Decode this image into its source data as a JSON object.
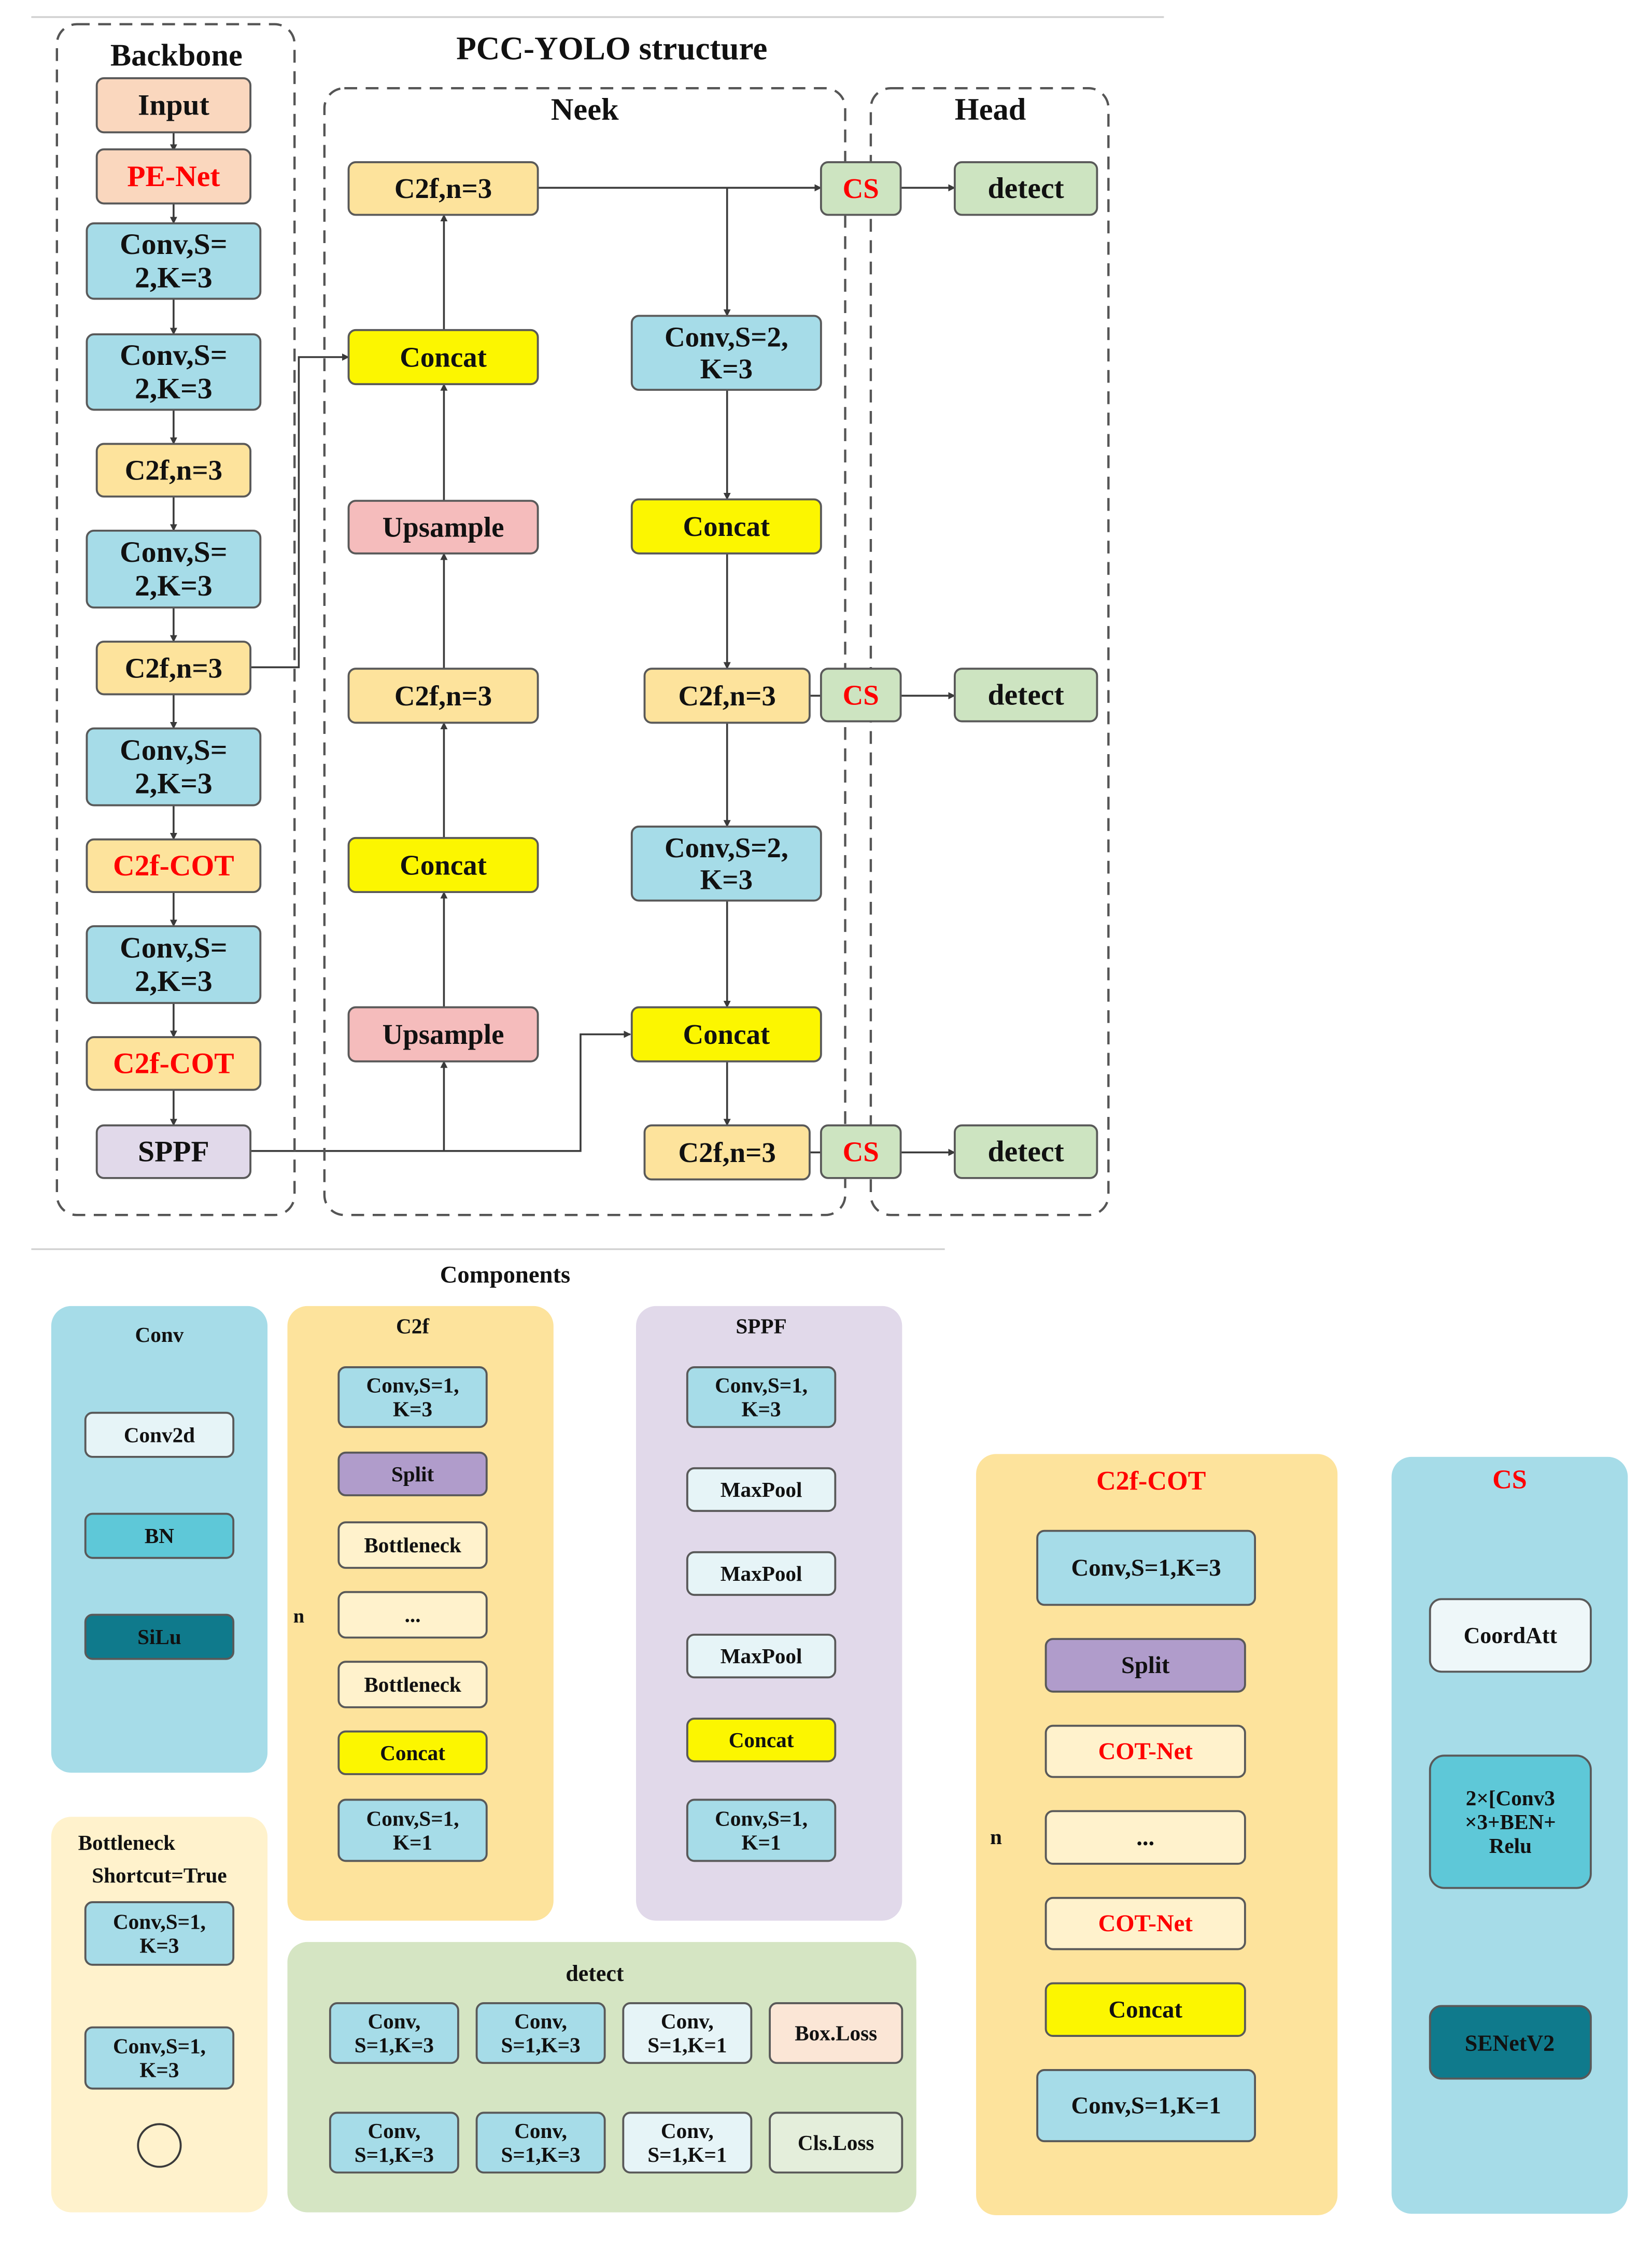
{
  "title": "PCC-YOLO structure",
  "sections": {
    "backbone": "Backbone",
    "neck": "Neek",
    "head": "Head",
    "components": "Components"
  },
  "colors": {
    "input": "#fad7be",
    "pe_net": "#fad7be",
    "conv": "#a6dce8",
    "c2f": "#fde39c",
    "c2f_cot": "#fde39c",
    "sppf": "#e1d9ea",
    "concat": "#fcf600",
    "upsample": "#f5bcbc",
    "cs": "#cde4c1",
    "detect": "#cde4c1",
    "red_text": "#ff0000",
    "panel_conv": "#a6dce8",
    "panel_c2f": "#fde39c",
    "panel_sppf": "#e1d9ea",
    "panel_detect": "#d5e5c3",
    "panel_bottleneck": "#fff2cc",
    "panel_cs": "#a6dce8",
    "bn": "#5ec8d8",
    "silu": "#0f7a8c",
    "split": "#b09ccb",
    "senet": "#0f7a8c",
    "light_box": "#e6f4f7",
    "pale_yellow": "#fff2cc",
    "pale_green": "#e4eedb",
    "loss_pink": "#fbe6d6"
  },
  "backbone": {
    "input": "Input",
    "pe_net": "PE-Net",
    "conv1": [
      "Conv,S=",
      "2,K=3"
    ],
    "conv2": [
      "Conv,S=",
      "2,K=3"
    ],
    "c2f1": "C2f,n=3",
    "conv3": [
      "Conv,S=",
      "2,K=3"
    ],
    "c2f2": "C2f,n=3",
    "conv4": [
      "Conv,S=",
      "2,K=3"
    ],
    "c2fcot1": "C2f-COT",
    "conv5": [
      "Conv,S=",
      "2,K=3"
    ],
    "c2fcot2": "C2f-COT",
    "sppf": "SPPF"
  },
  "neck": {
    "c2f_top": "C2f,n=3",
    "concat1": "Concat",
    "upsample1": "Upsample",
    "c2f_mid": "C2f,n=3",
    "concat2": "Concat",
    "upsample2": "Upsample",
    "conv_a": [
      "Conv,S=2,",
      "K=3"
    ],
    "concat3": "Concat",
    "c2f_r1": "C2f,n=3",
    "conv_b": [
      "Conv,S=2,",
      "K=3"
    ],
    "concat4": "Concat",
    "c2f_r2": "C2f,n=3"
  },
  "head": {
    "cs": "CS",
    "detect": "detect"
  },
  "components": {
    "conv": {
      "title": "Conv",
      "items": [
        "Conv2d",
        "BN",
        "SiLu"
      ]
    },
    "c2f": {
      "title": "C2f",
      "conv_top": [
        "Conv,S=1,",
        "K=3"
      ],
      "split": "Split",
      "bottleneck": "Bottleneck",
      "dots": "...",
      "concat": "Concat",
      "conv_bottom": [
        "Conv,S=1,",
        "K=1"
      ],
      "n": "n"
    },
    "sppf": {
      "title": "SPPF",
      "conv_top": [
        "Conv,S=1,",
        "K=3"
      ],
      "maxpool": "MaxPool",
      "concat": "Concat",
      "conv_bottom": [
        "Conv,S=1,",
        "K=1"
      ]
    },
    "c2f_cot": {
      "title": "C2f-COT",
      "conv_top": "Conv,S=1,K=3",
      "split": "Split",
      "cot": "COT-Net",
      "dots": "...",
      "concat": "Concat",
      "conv_bottom": "Conv,S=1,K=1",
      "n": "n"
    },
    "cs": {
      "title": "CS",
      "coordatt": "CoordAtt",
      "middle": [
        "2×[Conv3",
        "×3+BEN+",
        "Relu"
      ],
      "senet": "SENetV2"
    },
    "bottleneck": {
      "title": "Bottleneck",
      "shortcut": "Shortcut=True",
      "conv1": [
        "Conv,S=1,",
        "K=3"
      ],
      "conv2": [
        "Conv,S=1,",
        "K=3"
      ]
    },
    "detect": {
      "title": "detect",
      "conv_a": [
        "Conv,",
        "S=1,K=3"
      ],
      "conv_b": [
        "Conv,",
        "S=1,K=3"
      ],
      "conv_c": [
        "Conv,",
        "S=1,K=1"
      ],
      "box_loss": "Box.Loss",
      "cls_loss": "Cls.Loss"
    }
  }
}
